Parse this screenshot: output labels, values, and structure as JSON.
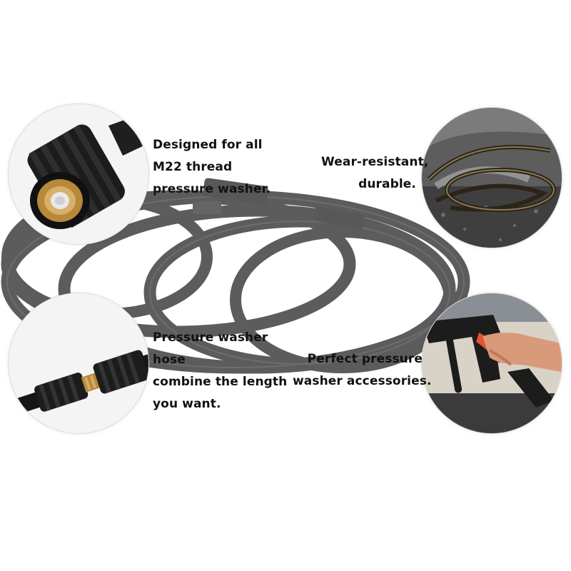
{
  "captions": {
    "m22": [
      "Designed for all",
      "M22 thread",
      "pressure washer."
    ],
    "wear": [
      "Wear-resistant,",
      "durable."
    ],
    "hose": [
      "Pressure washer",
      "hose",
      "combine the length",
      "you want."
    ],
    "accessories": [
      "Perfect pressure",
      "washer accessories."
    ]
  },
  "colors": {
    "hose": "#2e2e2e",
    "fitting": "#1c1c1c",
    "brass": "#b8893a",
    "grip": "#e5532d",
    "background": "#ffffff"
  }
}
